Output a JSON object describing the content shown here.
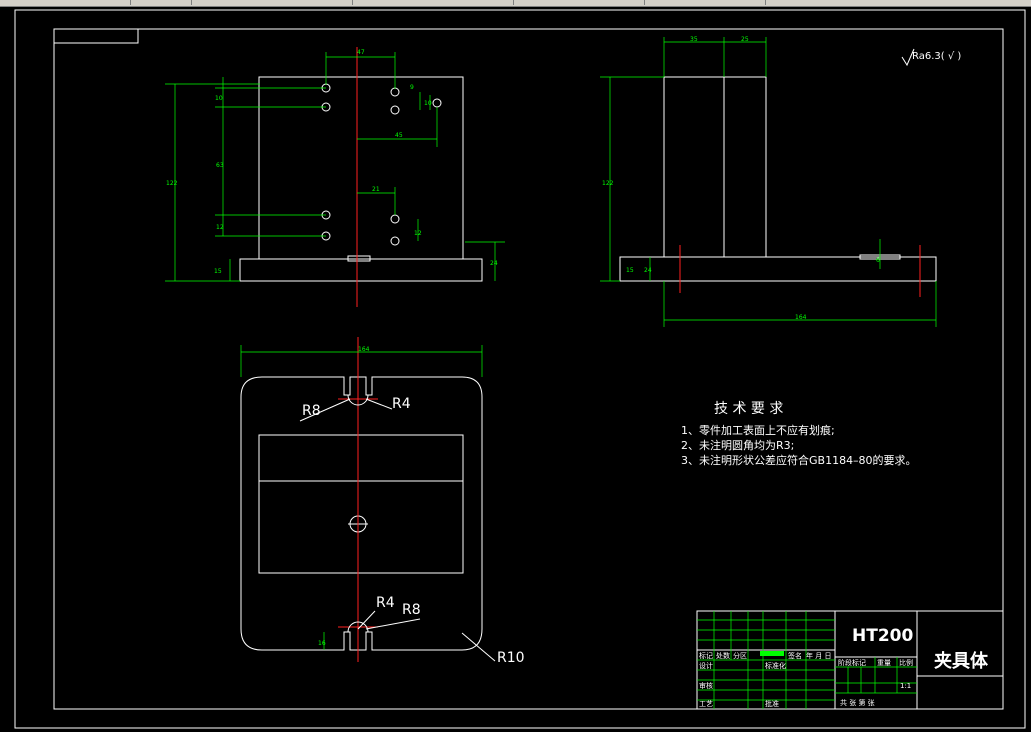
{
  "dimensions": {
    "front_top": "47",
    "front_hole_gap_left_top": "10",
    "front_hole_gap_right_top": "9",
    "front_hole_gap_right2": "10",
    "front_width_45": "45",
    "front_vertical_63": "63",
    "front_vertical_122": "122",
    "front_hole_21": "21",
    "front_hole_12": "12",
    "front_hole_12b": "12",
    "front_base_15": "15",
    "front_right_24": "24",
    "side_35": "35",
    "side_25": "25",
    "side_122": "122",
    "side_15": "15",
    "side_24": "24",
    "side_6": "6",
    "side_164": "164",
    "top_164": "164",
    "top_16": "16"
  },
  "labels": {
    "r8_top": "R8",
    "r4_top": "R4",
    "r4_bottom": "R4",
    "r8_bottom": "R8",
    "r10": "R10"
  },
  "roughness": "Ra6.3( √ )",
  "tech_req": {
    "title": "技 术 要 求",
    "items": [
      "1、零件加工表面上不应有划痕;",
      "2、未注明圆角均为R3;",
      "3、未注明形状公差应符合GB1184–80的要求。"
    ]
  },
  "title_block": {
    "material": "HT200",
    "part_name": "夹具体",
    "scale": "1:1",
    "cells": {
      "mark": "标记",
      "count": "处数",
      "zone": "分区",
      "sign": "签名",
      "date": "年 月 日",
      "design": "设计",
      "standard": "标准化",
      "stage": "阶段标记",
      "weight": "重量",
      "ratio": "比例",
      "review": "审核",
      "process": "工艺",
      "approve": "批准",
      "total": "共  张  第  张"
    }
  }
}
